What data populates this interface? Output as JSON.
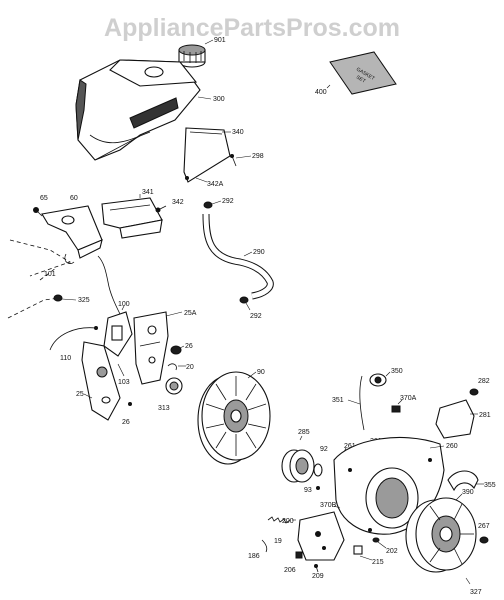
{
  "watermark": "AppliancePartsPros.com",
  "gasket_card": {
    "line1": "GASKET",
    "line2": "SET"
  },
  "labels": {
    "p901": "901",
    "p400": "400",
    "p300": "300",
    "p340": "340",
    "p298": "298",
    "p342A": "342A",
    "p65": "65",
    "p60": "60",
    "p341": "341",
    "p342": "342",
    "p292a": "292",
    "p290": "290",
    "p292b": "292",
    "p101": "101",
    "p325": "325",
    "p100": "100",
    "p25A": "25A",
    "p110": "110",
    "p26a": "26",
    "p20": "20",
    "p103": "103",
    "p313": "313",
    "p25": "25",
    "p26b": "26",
    "p90": "90",
    "p350": "350",
    "p282": "282",
    "p351": "351",
    "p370A": "370A",
    "p281": "281",
    "p285": "285",
    "p261": "261",
    "p261A": "261A",
    "p260": "260",
    "p92": "92",
    "p93": "93",
    "p355": "355",
    "p370B": "370B",
    "p390": "390",
    "p200": "200",
    "p19": "19",
    "p267": "267",
    "p186": "186",
    "p202": "202",
    "p206": "206",
    "p215": "215",
    "p209": "209",
    "p327": "327"
  }
}
